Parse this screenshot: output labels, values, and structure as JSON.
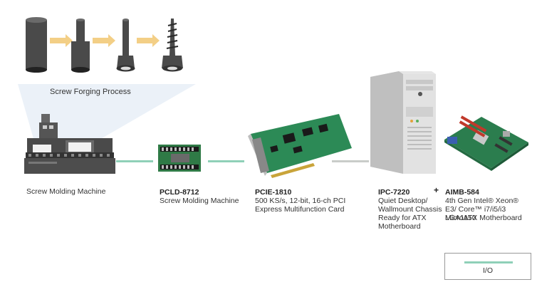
{
  "process": {
    "title": "Screw Forging Process"
  },
  "nodes": {
    "machine": {
      "name": "Screw Molding Machine"
    },
    "pcld": {
      "model": "PCLD-8712",
      "desc": [
        "Screw Molding Machine"
      ]
    },
    "pcie": {
      "model": "PCIE-1810",
      "desc": [
        "500 KS/s, 12-bit, 16-ch PCI",
        "Express Multifunction Card"
      ]
    },
    "ipc": {
      "model": "IPC-7220",
      "desc": [
        "Quiet Desktop/",
        "Wallmount Chassis",
        "Ready for ATX",
        "Motherboard"
      ]
    },
    "plus": "+",
    "aimb": {
      "model": "AIMB-584",
      "desc": [
        "4th Gen Intel® Xeon®",
        "E3/ Core™ i7/i5/i3 LGA1150",
        "MicroATX Motherboard"
      ]
    }
  },
  "legend": {
    "label": "I/O"
  },
  "colors": {
    "io_line": "#8fd0b8",
    "bus_line": "#c9ccc9",
    "arrow": "#f3cf86",
    "spotlight": "#e6eef6"
  }
}
